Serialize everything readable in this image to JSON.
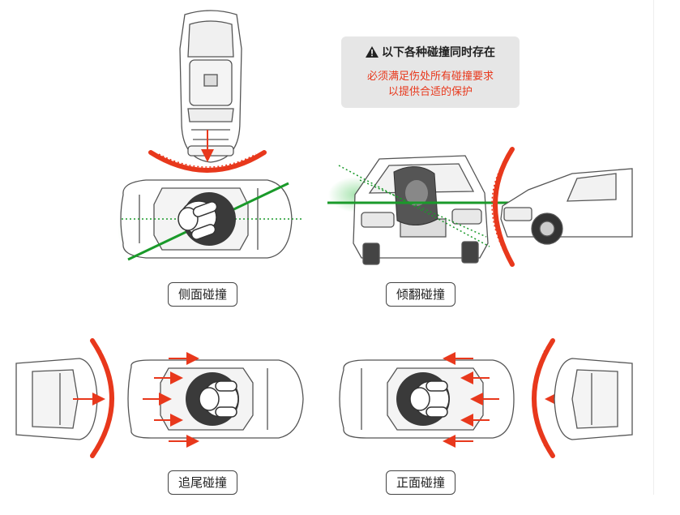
{
  "notice": {
    "heading": "以下各种碰撞同时存在",
    "line1": "必须满足伤处所有碰撞要求",
    "line2": "以提供合适的保护",
    "heading_color": "#222222",
    "text_color": "#e8381c"
  },
  "scenarios": {
    "side": {
      "label": "侧面碰撞"
    },
    "rollover": {
      "label": "倾翻碰撞"
    },
    "rear": {
      "label": "追尾碰撞"
    },
    "front": {
      "label": "正面碰撞"
    }
  },
  "colors": {
    "impact": "#e8381c",
    "axis": "#1a9a2a",
    "seat": "#3a3a3a",
    "panel": "#e6e6e6"
  },
  "icons": [
    "warning-icon",
    "car-icon",
    "child-seat-icon",
    "impact-arc-icon",
    "force-arrow-icon"
  ]
}
